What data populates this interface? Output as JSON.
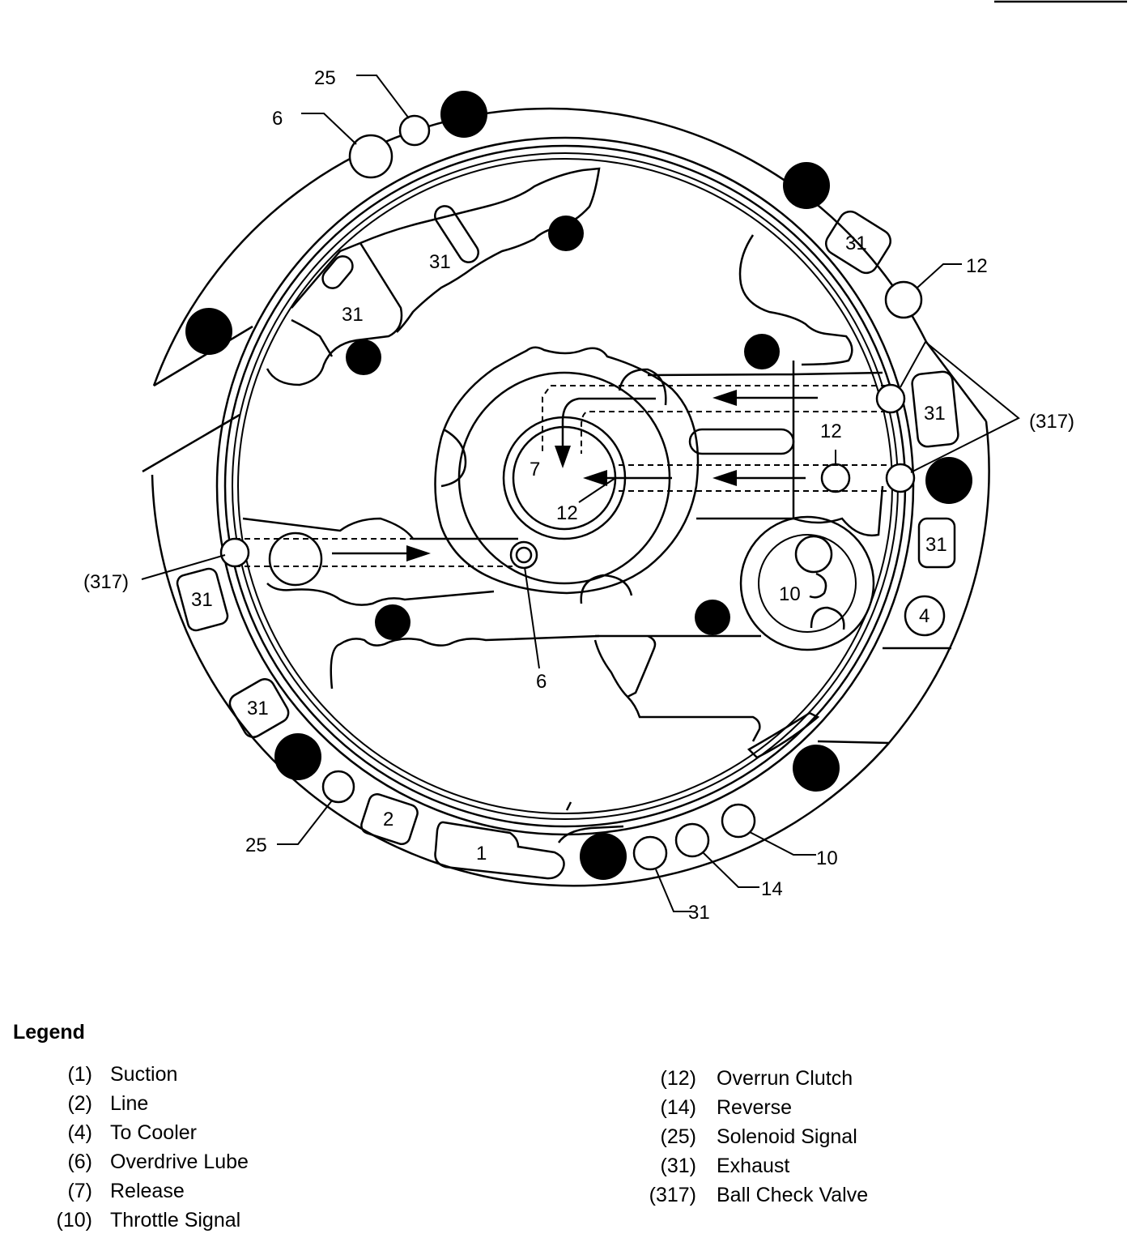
{
  "diagram": {
    "labels": {
      "passage_25_top": "25",
      "passage_6_top": "6",
      "passage_31_upper": "31",
      "passage_31_upper_left": "31",
      "passage_31_top_right_slot": "31",
      "passage_12_right": "12",
      "valve_317_right": "(317)",
      "passage_31_right_slot": "31",
      "passage_12_center_right": "12",
      "passage_7_center": "7",
      "passage_12_center": "12",
      "passage_31_right_lower_slot": "31",
      "valve_317_left": "(317)",
      "passage_31_left_slot": "31",
      "passage_10_inner": "10",
      "passage_4_right": "4",
      "passage_6_bottom": "6",
      "passage_31_lower_left_slot": "31",
      "passage_25_bottom": "25",
      "passage_2_slot": "2",
      "passage_1_slot": "1",
      "passage_10_bottom": "10",
      "passage_14_bottom": "14",
      "passage_31_bottom": "31"
    }
  },
  "legend": {
    "title": "Legend",
    "left": [
      {
        "num": "(1)",
        "desc": "Suction"
      },
      {
        "num": "(2)",
        "desc": "Line"
      },
      {
        "num": "(4)",
        "desc": "To Cooler"
      },
      {
        "num": "(6)",
        "desc": "Overdrive Lube"
      },
      {
        "num": "(7)",
        "desc": "Release"
      },
      {
        "num": "(10)",
        "desc": "Throttle Signal"
      }
    ],
    "right": [
      {
        "num": "(12)",
        "desc": "Overrun Clutch"
      },
      {
        "num": "(14)",
        "desc": "Reverse"
      },
      {
        "num": "(25)",
        "desc": "Solenoid Signal"
      },
      {
        "num": "(31)",
        "desc": "Exhaust"
      },
      {
        "num": "(317)",
        "desc": "Ball Check Valve"
      }
    ]
  }
}
